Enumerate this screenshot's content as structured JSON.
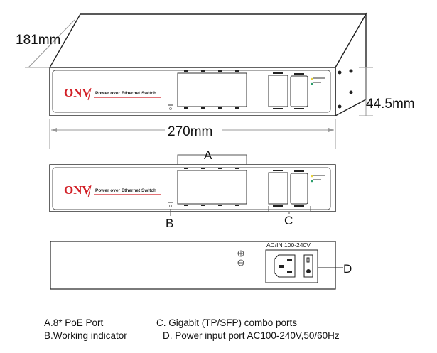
{
  "dimensions": {
    "depth": "181mm",
    "height": "44.5mm",
    "width": "270mm"
  },
  "brand": {
    "logo": "ONV",
    "tagline": "Power over Ethernet Switch"
  },
  "callouts": {
    "a": "A",
    "b": "B",
    "c": "C",
    "d": "D"
  },
  "rear_panel": {
    "power_label": "AC/IN 100-240V"
  },
  "legend": {
    "a": "A.8* PoE Port",
    "b": "B.Working indicator",
    "c": "C. Gigabit (TP/SFP) combo ports",
    "d": "D. Power input port AC100-240V,50/60Hz"
  },
  "colors": {
    "logo": "#d21f26",
    "led_yellow": "#e8d23a",
    "led_green": "#2a9d6a"
  }
}
